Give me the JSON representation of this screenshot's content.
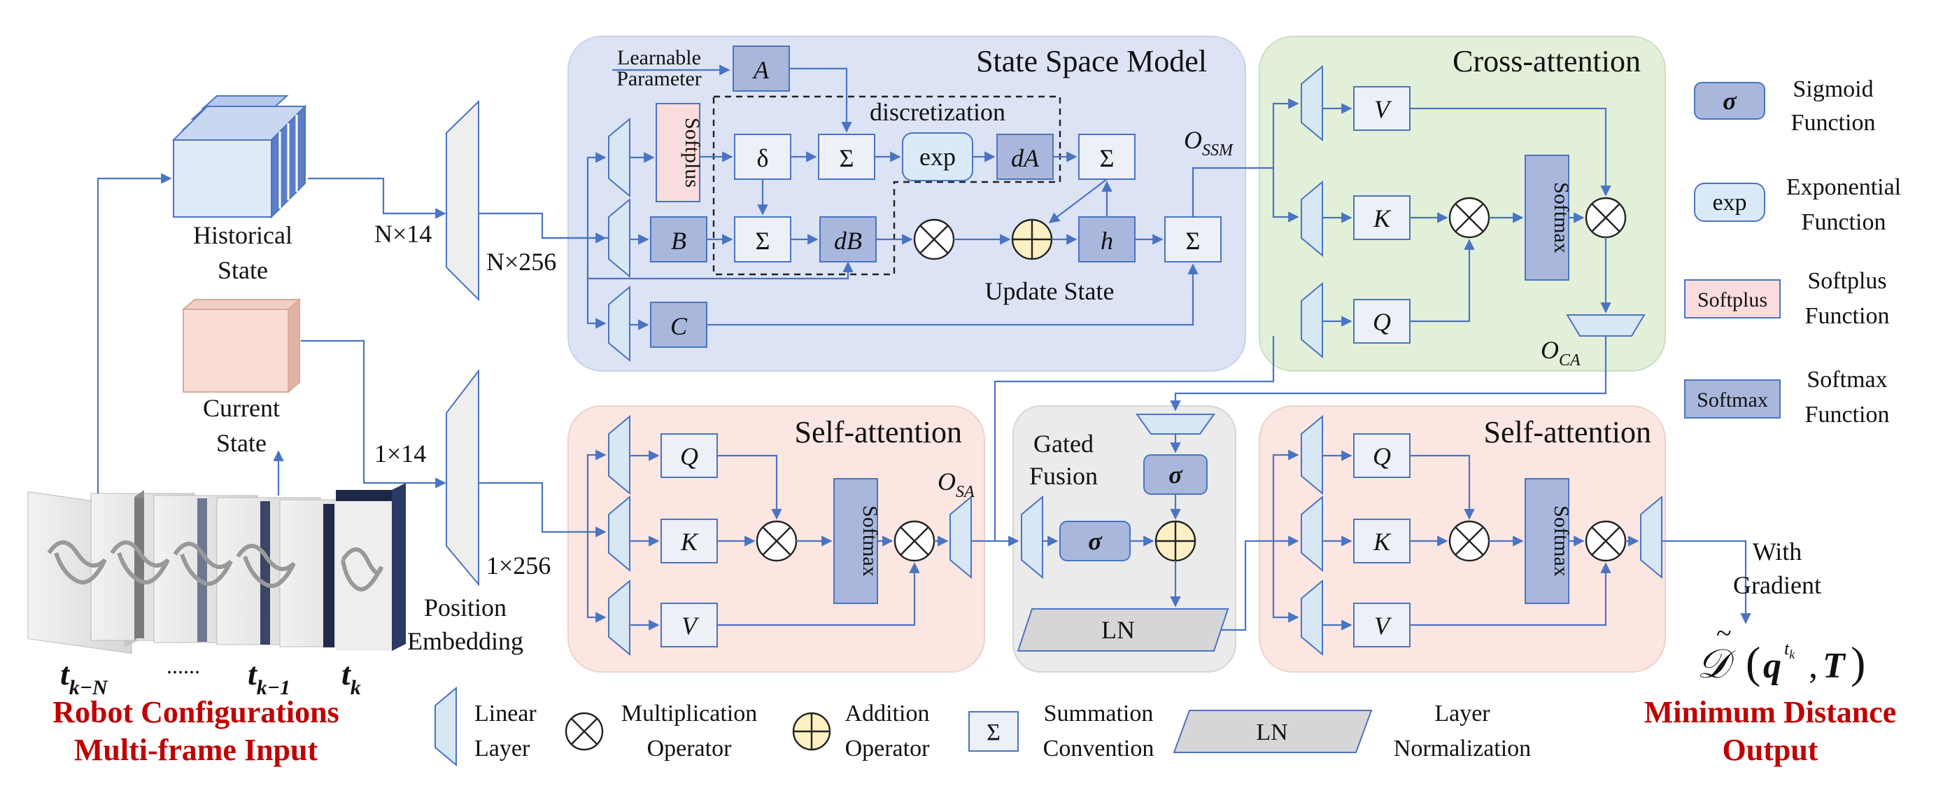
{
  "panels": {
    "ssm": {
      "title": "State Space Model"
    },
    "cross": {
      "title": "Cross-attention"
    },
    "self1": {
      "title": "Self-attention"
    },
    "gated": {
      "title_line1": "Gated",
      "title_line2": "Fusion"
    },
    "self2": {
      "title": "Self-attention"
    }
  },
  "inputs": {
    "historical_line1": "Historical",
    "historical_line2": "State",
    "current_line1": "Current",
    "current_line2": "State",
    "dims_hist_in": "N×14",
    "dims_hist_out": "N×256",
    "dims_cur_in": "1×14",
    "dims_cur_out": "1×256",
    "pos_line1": "Position",
    "pos_line2": "Embedding",
    "frames": {
      "t_kN": "t",
      "t_kN_sub": "k−N",
      "dots": "......",
      "t_k1": "t",
      "t_k1_sub": "k−1",
      "t_k": "t",
      "t_k_sub": "k"
    },
    "robot_line1": "Robot Configurations",
    "robot_line2": "Multi-frame Input"
  },
  "ssm": {
    "learnable_line1": "Learnable",
    "learnable_line2": "Parameter",
    "A": "A",
    "softplus": "Softplus",
    "delta": "δ",
    "sigma": "Σ",
    "exp": "exp",
    "dA": "dA",
    "B": "B",
    "dB": "dB",
    "h": "h",
    "C": "C",
    "discretization": "discretization",
    "update_state": "Update State",
    "o_ssm": "O",
    "o_ssm_sub": "SSM"
  },
  "cross": {
    "V": "V",
    "K": "K",
    "Q": "Q",
    "softmax": "Softmax",
    "o_ca": "O",
    "o_ca_sub": "CA"
  },
  "self1": {
    "Q": "Q",
    "K": "K",
    "V": "V",
    "softmax": "Softmax",
    "o_sa": "O",
    "o_sa_sub": "SA"
  },
  "gated": {
    "sigma_symbol": "σ",
    "ln": "LN"
  },
  "self2": {
    "Q": "Q",
    "K": "K",
    "V": "V",
    "softmax": "Softmax"
  },
  "output": {
    "with_gradient_line1": "With",
    "with_gradient_line2": "Gradient",
    "formula_D": "𝒟",
    "formula_q": "q",
    "formula_sup": "t",
    "formula_sup_sub": "k",
    "formula_T": "T",
    "min_line1": "Minimum Distance",
    "min_line2": "Output"
  },
  "legend": {
    "sigmoid_symbol": "σ",
    "sigmoid_line1": "Sigmoid",
    "sigmoid_line2": "Function",
    "exp_symbol": "exp",
    "exp_line1": "Exponential",
    "exp_line2": "Function",
    "softplus_symbol": "Softplus",
    "softplus_line1": "Softplus",
    "softplus_line2": "Function",
    "softmax_symbol": "Softmax",
    "softmax_line1": "Softmax",
    "softmax_line2": "Function",
    "linear_line1": "Linear",
    "linear_line2": "Layer",
    "mult_line1": "Multiplication",
    "mult_line2": "Operator",
    "add_line1": "Addition",
    "add_line2": "Operator",
    "sum_symbol": "Σ",
    "sum_line1": "Summation",
    "sum_line2": "Convention",
    "ln_symbol": "LN",
    "ln_line1": "Layer",
    "ln_line2": "Normalization"
  },
  "colors": {
    "ssm_panel": "#dce3f5",
    "cross_panel": "#e3f0d9",
    "self_panel": "#fbe6e1",
    "gated_panel": "#ebebeb",
    "dark_box": "#a9b7dc",
    "light_box": "#eef0f7",
    "linear": "#d7e7f4",
    "edge": "#4a74c2",
    "add_fill": "#fdf0c4",
    "accent_red": "#c00000"
  }
}
